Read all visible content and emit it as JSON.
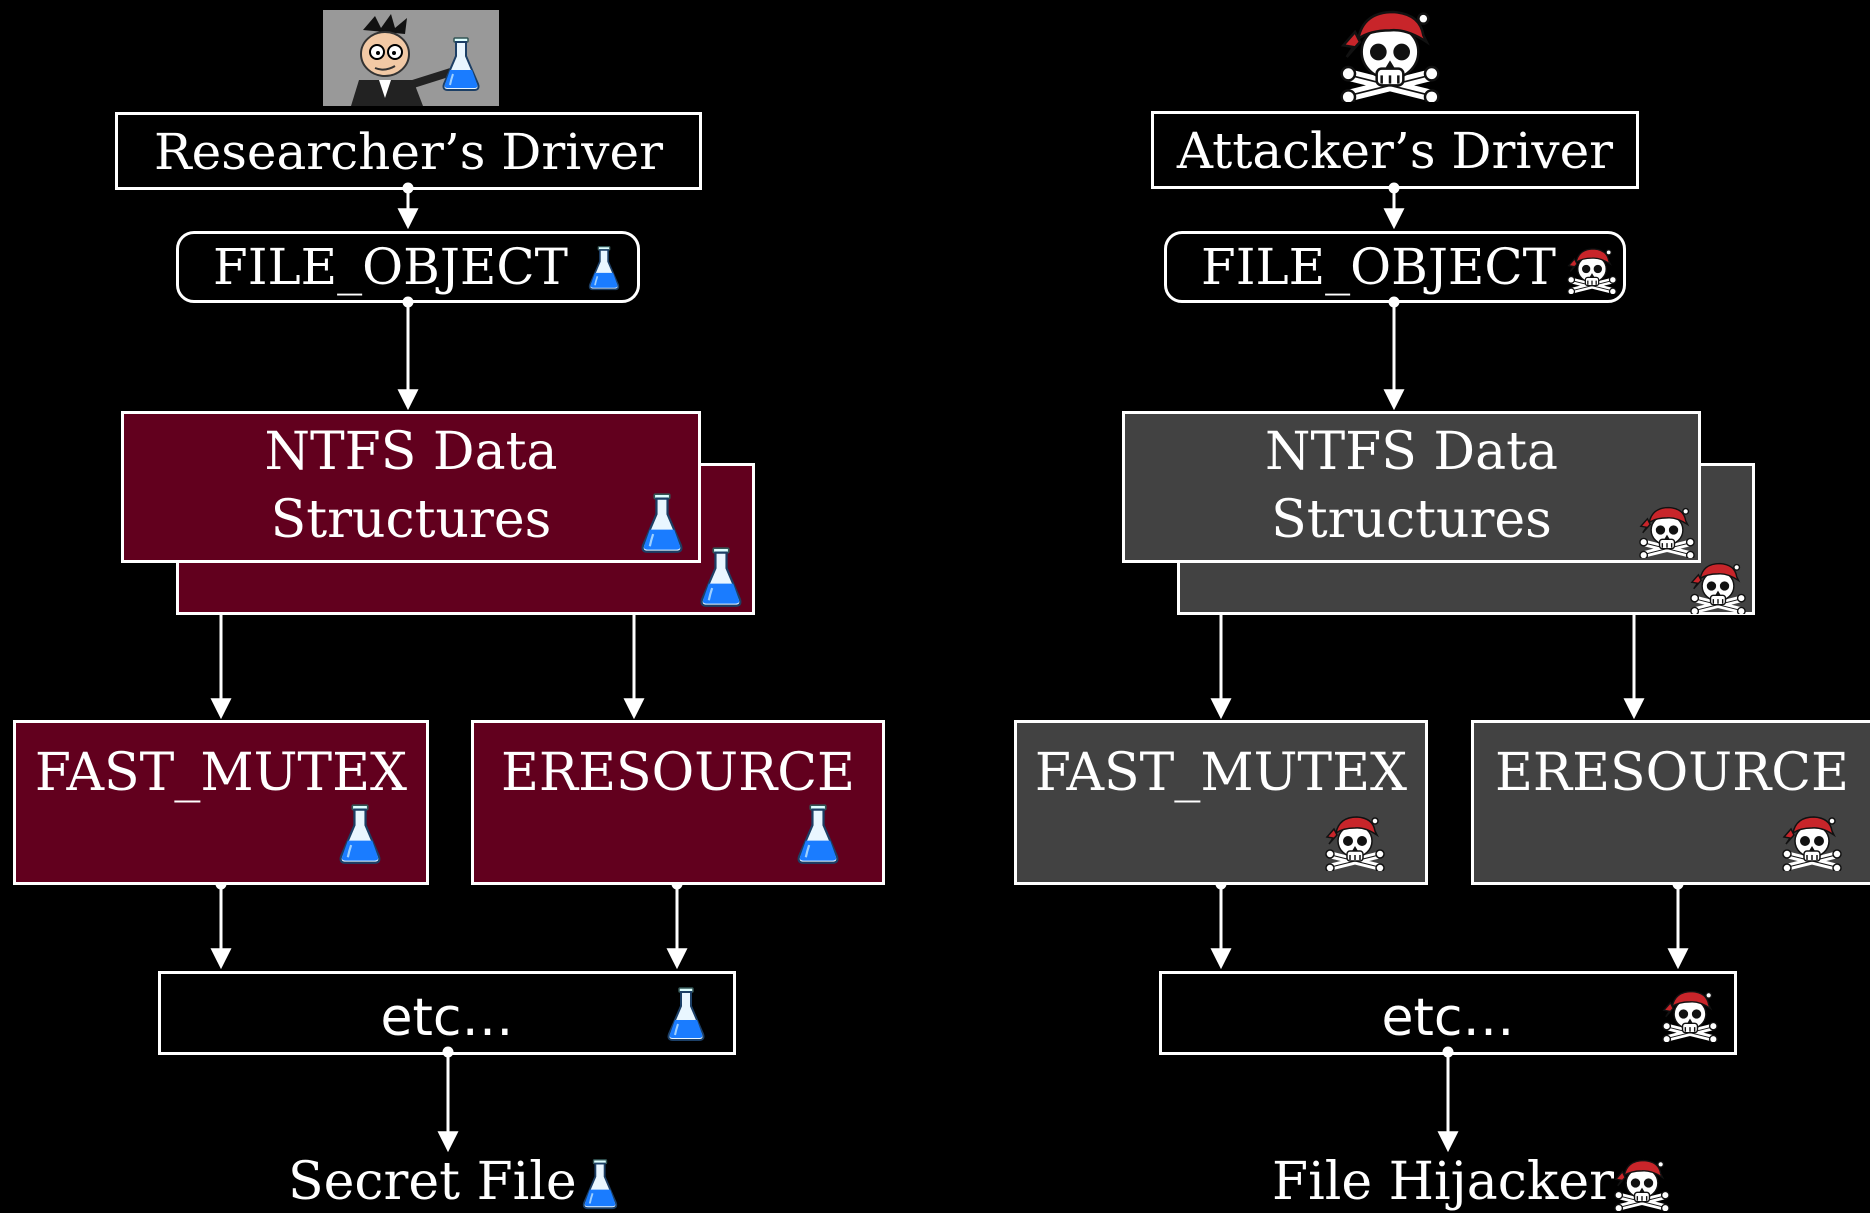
{
  "left": {
    "driver": "Researcher’s Driver",
    "file_object": "FILE_OBJECT",
    "ntfs_line1": "NTFS Data",
    "ntfs_line2": "Structures",
    "fast_mutex": "FAST_MUTEX",
    "eresource": "ERESOURCE",
    "etc": "etc…",
    "result": "Secret File",
    "icon": "flask-icon",
    "avatar": "researcher-cartoon"
  },
  "right": {
    "driver": "Attacker’s Driver",
    "file_object": "FILE_OBJECT",
    "ntfs_line1": "NTFS Data",
    "ntfs_line2": "Structures",
    "fast_mutex": "FAST_MUTEX",
    "eresource": "ERESOURCE",
    "etc": "etc…",
    "result": "File Hijacker",
    "icon": "pirate-skull-icon",
    "avatar": "pirate-skull"
  },
  "colors": {
    "left_fill": "#62001e",
    "right_fill": "#424242",
    "flask_blue": "#1a7cff",
    "pirate_red": "#c8252a",
    "background": "#000000"
  }
}
